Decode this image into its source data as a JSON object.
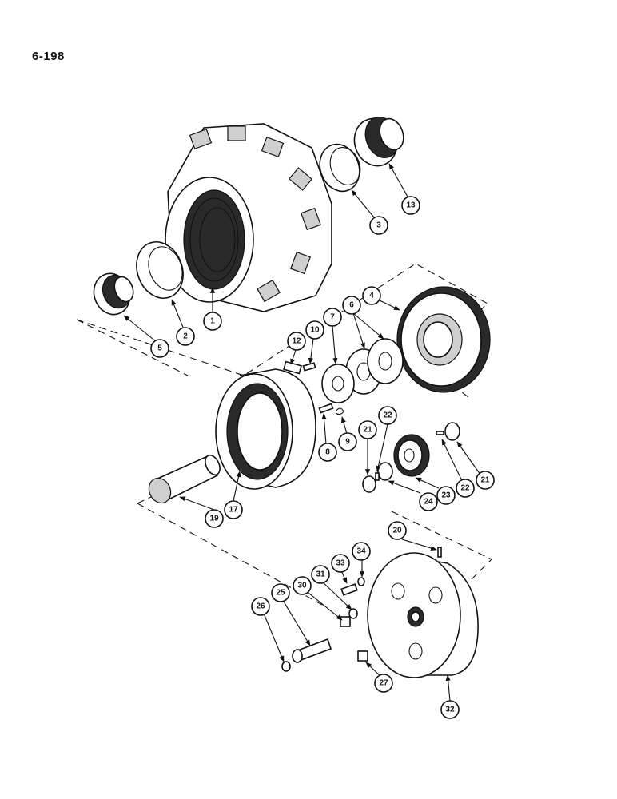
{
  "page_number": "6-198",
  "callouts": [
    "1",
    "2",
    "3",
    "4",
    "5",
    "6",
    "7",
    "8",
    "9",
    "10",
    "12",
    "13",
    "17",
    "19",
    "20",
    "21",
    "21",
    "22",
    "22",
    "23",
    "24",
    "25",
    "26",
    "27",
    "30",
    "31",
    "32",
    "33",
    "34"
  ]
}
